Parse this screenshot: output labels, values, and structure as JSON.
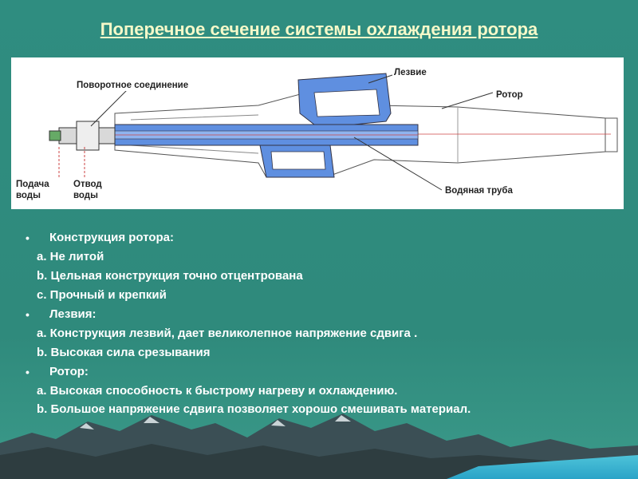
{
  "title": "Поперечное сечение системы охлаждения ротора",
  "diagram": {
    "labels": {
      "blade": "Лезвие",
      "rotary_joint": "Поворотное соединение",
      "rotor": "Ротор",
      "water_supply": "Подача воды",
      "water_drain": "Отвод воды",
      "water_pipe": "Водяная труба"
    }
  },
  "sections": [
    {
      "heading": "Конструкция ротора:",
      "items": [
        "a. Не литой",
        "b. Цельная конструкция точно отцентрована",
        "c. Прочный и крепкий"
      ]
    },
    {
      "heading": "Лезвия:",
      "items": [
        "a. Конструкция лезвий, дает великолепное напряжение сдвига .",
        "b. Высокая сила срезывания"
      ]
    },
    {
      "heading": "Ротор:",
      "items": [
        "a. Высокая способность к быстрому нагреву и охлаждению.",
        "b. Большое напряжение сдвига позволяет хорошо смешивать материал."
      ]
    }
  ],
  "colors": {
    "background": "#2f8d80",
    "title": "#f6f9c9",
    "text": "#ffffff",
    "diagram_blue": "#5f8fe0"
  }
}
